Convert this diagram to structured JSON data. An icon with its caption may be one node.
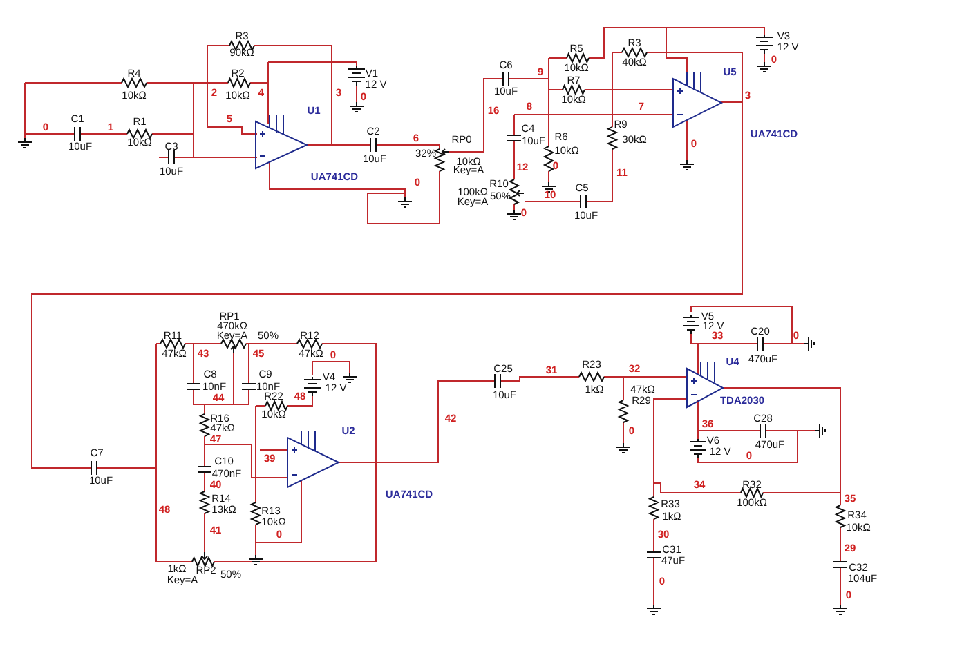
{
  "diagram": {
    "labels": [
      "R3",
      "90kΩ",
      "V1",
      "12 V",
      "R4",
      "10kΩ",
      "2",
      "R2",
      "10kΩ",
      "4",
      "3",
      "0",
      "U1",
      "0",
      "C1",
      "1",
      "R1",
      "5",
      "10uF",
      "10kΩ",
      "C2",
      "6",
      "RP0",
      "C3",
      "32%",
      "10uF",
      "10kΩ",
      "Key=A",
      "10uF",
      "UA741CD",
      "100kΩ",
      "Key=A",
      "0",
      "R10",
      "50%",
      "V3",
      "12 V",
      "R5",
      "R3",
      "0",
      "40kΩ",
      "10kΩ",
      "C6",
      "9",
      "U5",
      "R7",
      "10uF",
      "3",
      "10kΩ",
      "8",
      "7",
      "16",
      "R9",
      "30kΩ",
      "C4",
      "10uF",
      "R6",
      "10kΩ",
      "UA741CD",
      "0",
      "12",
      "0",
      "11",
      "C5",
      "10",
      "0",
      "10uF",
      "RP1",
      "470kΩ",
      "Key=A",
      "50%",
      "R11",
      "R12",
      "47kΩ",
      "43",
      "45",
      "47kΩ",
      "0",
      "C8",
      "C9",
      "V4",
      "10nF",
      "10nF",
      "12 V",
      "R22",
      "48",
      "44",
      "10kΩ",
      "R16",
      "42",
      "47kΩ",
      "U2",
      "47",
      "39",
      "C7",
      "C10",
      "470nF",
      "10uF",
      "40",
      "UA741CD",
      "R14",
      "13kΩ",
      "48",
      "R13",
      "10kΩ",
      "41",
      "0",
      "1kΩ",
      "RP2",
      "50%",
      "Key=A",
      "V5",
      "12 V",
      "C20",
      "33",
      "0",
      "470uF",
      "U4",
      "C25",
      "31",
      "R23",
      "32",
      "1kΩ",
      "47kΩ",
      "10uF",
      "R29",
      "TDA2030",
      "C28",
      "0",
      "36",
      "V6",
      "470uF",
      "12 V",
      "0",
      "R32",
      "34",
      "35",
      "100kΩ",
      "R33",
      "1kΩ",
      "R34",
      "10kΩ",
      "30",
      "29",
      "C31",
      "47uF",
      "C32",
      "104uF",
      "0",
      "0"
    ]
  }
}
